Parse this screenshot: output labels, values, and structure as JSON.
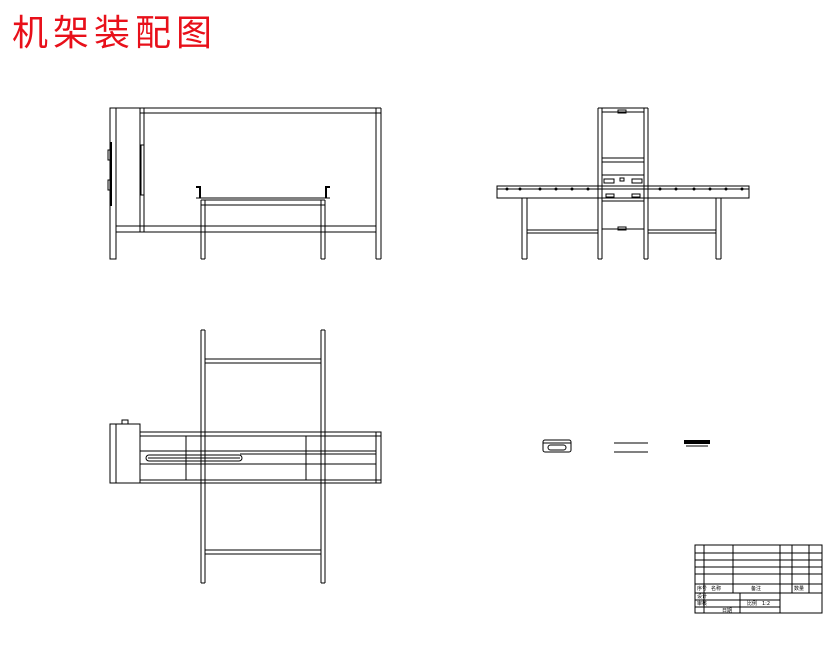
{
  "drawing": {
    "title": "机架装配图",
    "title_color": "#e8101a"
  },
  "title_block": {
    "row1_a": "序号",
    "row1_b": "名称",
    "row1_c": "备注",
    "row1_d": "数量",
    "row2_a": "设计",
    "row2_b": "审核",
    "row3_a": "比例",
    "row3_b": "1:2",
    "row4_a": "日期"
  }
}
